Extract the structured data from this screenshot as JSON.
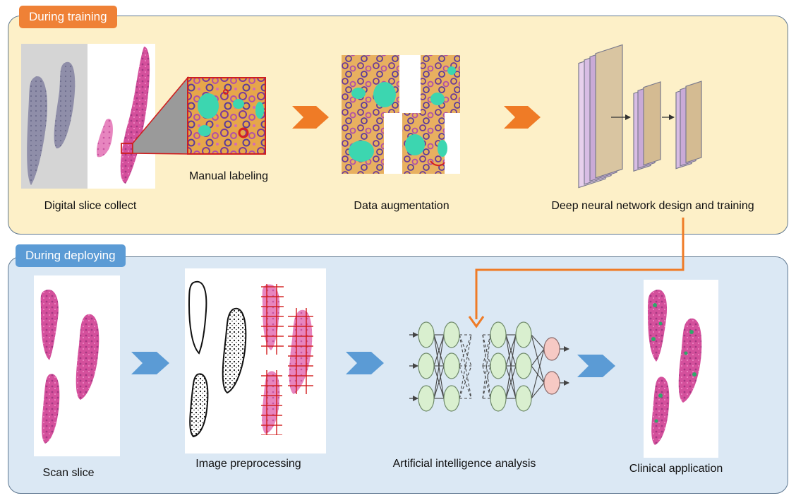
{
  "training": {
    "tag": "During training",
    "steps": [
      {
        "label": "Digital slice collect"
      },
      {
        "label": "Manual labeling"
      },
      {
        "label": "Data augmentation"
      },
      {
        "label": "Deep neural network design and training"
      }
    ]
  },
  "deploying": {
    "tag": "During deploying",
    "steps": [
      {
        "label": "Scan slice"
      },
      {
        "label": "Image preprocessing"
      },
      {
        "label": "Artificial intelligence analysis"
      },
      {
        "label": "Clinical application"
      }
    ]
  },
  "colors": {
    "training_bg": "#fdf0c8",
    "deploying_bg": "#dbe8f4",
    "training_accent": "#ef8136",
    "deploying_accent": "#5b9bd5",
    "tissue_pink": "#d9559f",
    "glomerulus_cyan": "#3cd6b0"
  }
}
